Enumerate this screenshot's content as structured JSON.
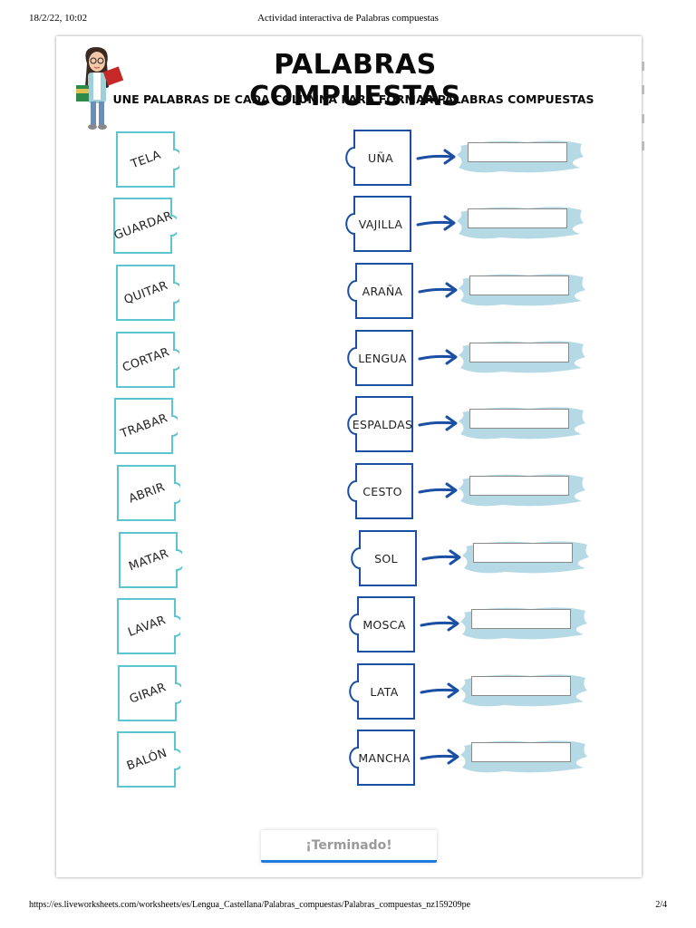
{
  "print_header": {
    "datetime": "18/2/22, 10:02",
    "page_title": "Actividad interactiva de Palabras compuestas"
  },
  "worksheet": {
    "title": "PALABRAS COMPUESTAS",
    "subtitle": "UNE PALABRAS DE CADA COLUMNA PARA FORMAR PALABRAS COMPUESTAS",
    "left_words": [
      "TELA",
      "GUARDAR",
      "QUITAR",
      "CORTAR",
      "TRABAR",
      "ABRIR",
      "MATAR",
      "LAVAR",
      "GIRAR",
      "BALÓN"
    ],
    "right_words": [
      "UÑA",
      "VAJILLA",
      "ARAÑA",
      "LENGUA",
      "ESPALDAS",
      "CESTO",
      "SOL",
      "MOSCA",
      "LATA",
      "MANCHA"
    ],
    "answers": [
      "",
      "",
      "",
      "",
      "",
      "",
      "",
      "",
      "",
      ""
    ],
    "done_button": "¡Terminado!"
  },
  "colors": {
    "left_piece_stroke": "#5cc5cf",
    "right_piece_stroke": "#1a4fa3",
    "arrow": "#1a4fa3",
    "brush": "#a8d3e0"
  },
  "icons": {
    "avatar": "teacher-avatar-with-books",
    "arrow": "right-arrow-icon"
  },
  "print_footer": {
    "url": "https://es.liveworksheets.com/worksheets/es/Lengua_Castellana/Palabras_compuestas/Palabras_compuestas_nz159209pe",
    "page": "2/4"
  }
}
